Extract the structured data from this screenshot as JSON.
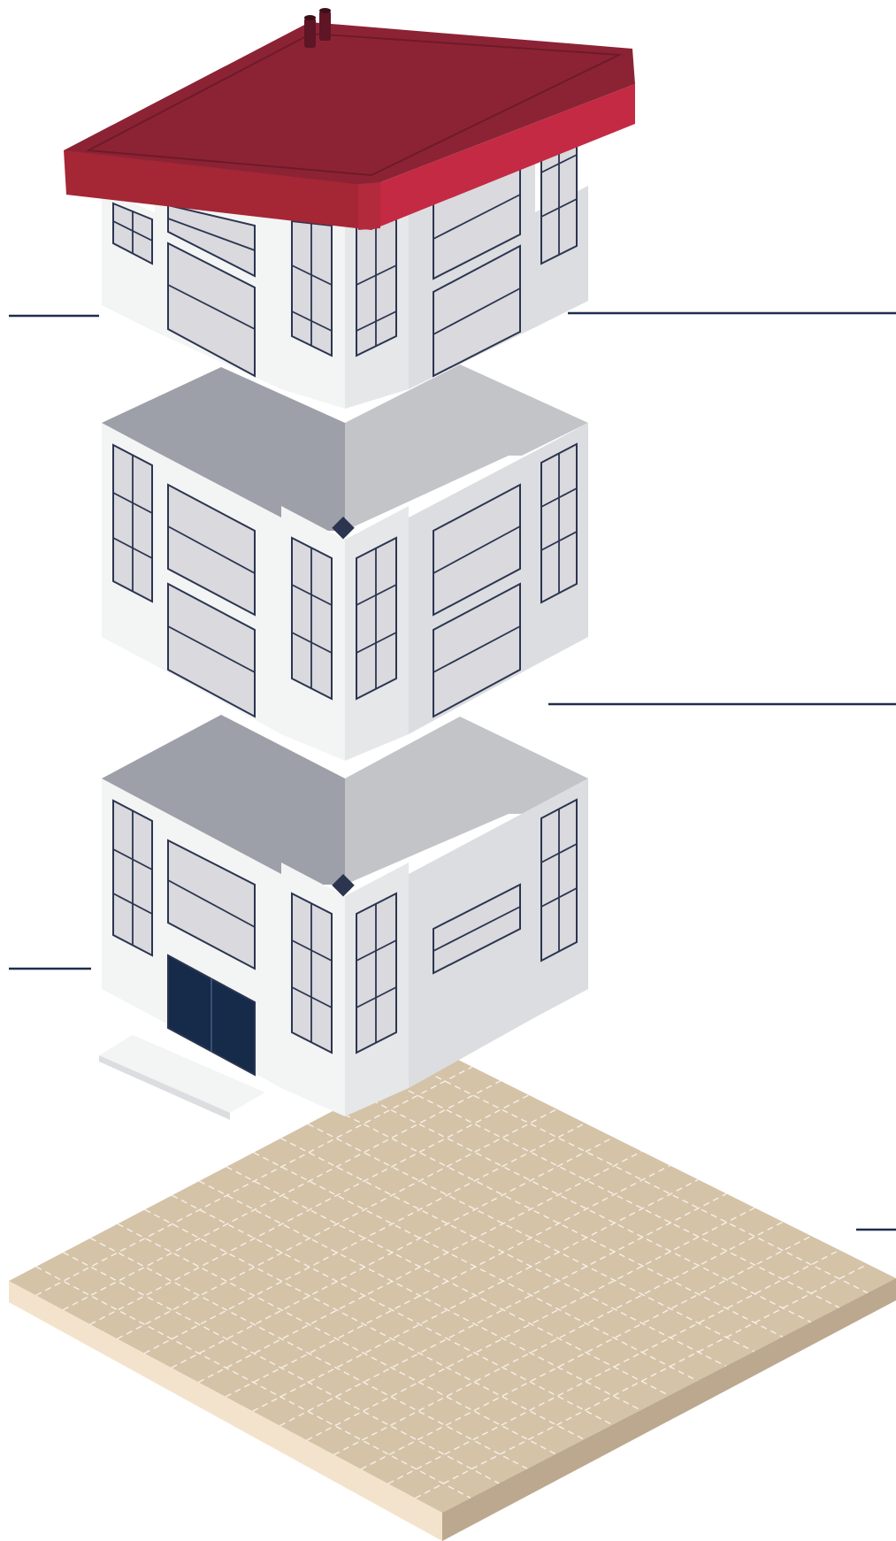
{
  "diagram": {
    "kind": "exploded isometric building",
    "parts": [
      "roof",
      "upper-floor",
      "middle-floor",
      "ground-floor",
      "base-slab"
    ],
    "callout_lines": 5
  },
  "colors": {
    "roof_top": "#8c2335",
    "roof_edge_front": "#a52635",
    "roof_edge_right": "#c42a43",
    "wall_light": "#f3f4f4",
    "wall_mid": "#e6e7e9",
    "wall_shade": "#dcdde0",
    "slab_left": "#9da0a8",
    "slab_right": "#c3c4c8",
    "window_frame": "#2b3550",
    "window_glass": "#d9d9de",
    "door": "#162b4a",
    "base_top": "#d5c3a8",
    "base_front": "#f4e3cc",
    "base_right": "#bba88e",
    "leader_line": "#1f2d4d"
  }
}
